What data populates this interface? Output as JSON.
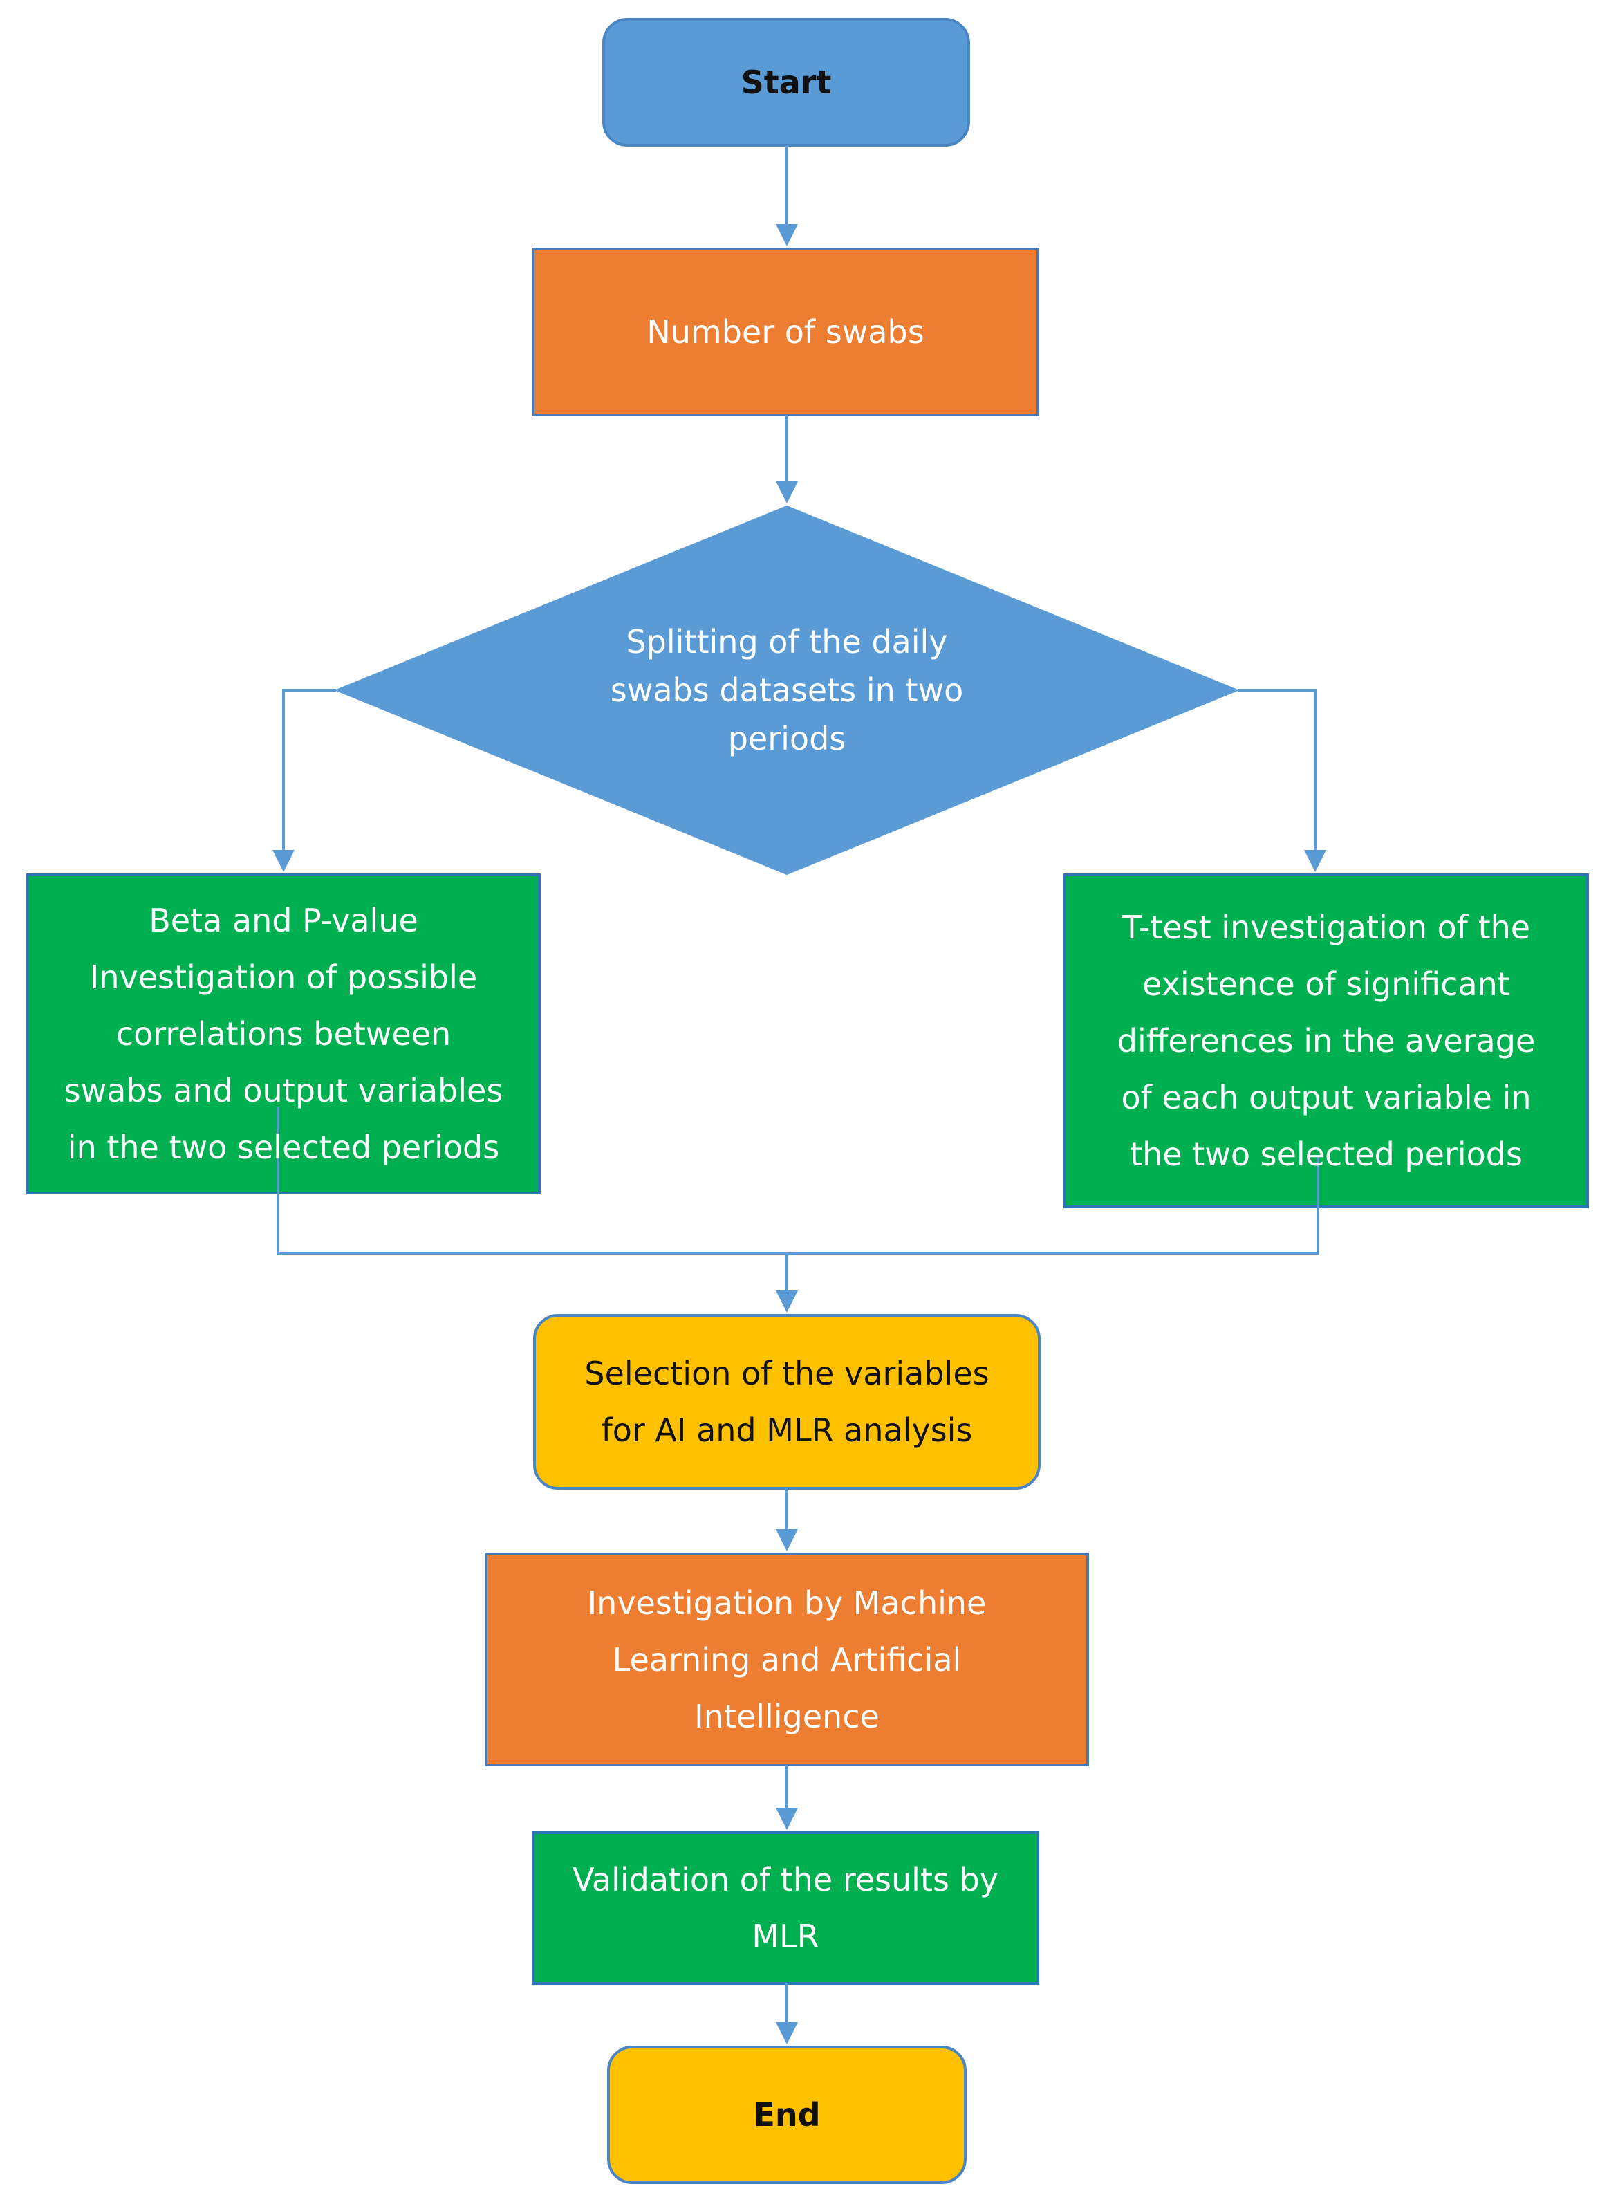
{
  "colors": {
    "blue": "#5B9BD5",
    "orange": "#ED7D31",
    "green": "#00B050",
    "yellow": "#FFC000",
    "connector": "#5B9BD5"
  },
  "nodes": {
    "start": "Start",
    "number_of_swabs": "Number of swabs",
    "splitting": "Splitting of the daily\nswabs datasets in two\nperiods",
    "beta_pvalue": "Beta and P-value\nInvestigation of possible\ncorrelations between\nswabs and output variables\nin the two selected periods",
    "ttest": "T-test investigation of the\nexistence of significant\ndifferences in the average\nof each output  variable in\nthe two selected periods",
    "selection": "Selection of the variables\nfor AI and MLR analysis",
    "ml_ai": "Investigation by Machine\nLearning and Artificial\nIntelligence",
    "validation": "Validation of the results by\nMLR",
    "end": "End"
  }
}
